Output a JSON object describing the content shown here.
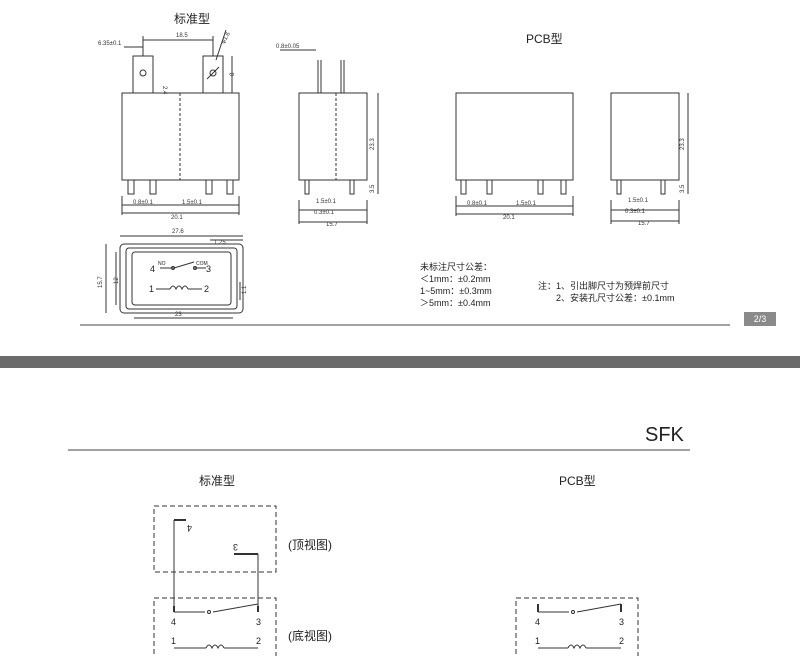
{
  "top": {
    "title_standard": "标准型",
    "title_pcb": "PCB型",
    "page_badge": "2/3",
    "dims": {
      "d_635": "6.35±0.1",
      "d_185": "18.5",
      "d_phi16": "φ1.6",
      "d_8": "8",
      "d_24": "2.4",
      "d_08a": "0.8±0.1",
      "d_15a": "1.5±0.1",
      "d_201a": "20.1",
      "d_0805": "0.8±0.05",
      "d_233a": "23.3",
      "d_15b": "1.5±0.1",
      "d_03a": "0.3±0.1",
      "d_35a": "3.5",
      "d_157a": "15.7",
      "d_276": "27.6",
      "d_125": "1.25",
      "d_157b": "15.7",
      "d_12": "12",
      "d_11": "1.1",
      "d_23": "23",
      "d_08b": "0.8±0.1",
      "d_15c": "1.5±0.1",
      "d_201b": "20.1",
      "d_233b": "23.3",
      "d_15d": "1.5±0.1",
      "d_03b": "0.3±0.1",
      "d_35b": "3.5",
      "d_157c": "15.7"
    },
    "pins": {
      "p1": "1",
      "p2": "2",
      "p3": "3",
      "p4": "4",
      "nc": "NO",
      "com": "COM"
    },
    "tolerance": {
      "title": "未标注尺寸公差：",
      "l1": "＜1mm：±0.2mm",
      "l2": "1~5mm：±0.3mm",
      "l3": "＞5mm：±0.4mm"
    },
    "notes": {
      "n1": "注：1、引出脚尺寸为预焊前尺寸",
      "n2": "2、安装孔尺寸公差：±0.1mm"
    }
  },
  "bottom": {
    "model": "SFK",
    "title_standard": "标准型",
    "title_pcb": "PCB型",
    "view_top": "(顶视图)",
    "view_bottom": "(底视图)",
    "pins": {
      "p1": "1",
      "p2": "2",
      "p3": "3",
      "p4": "4"
    }
  }
}
